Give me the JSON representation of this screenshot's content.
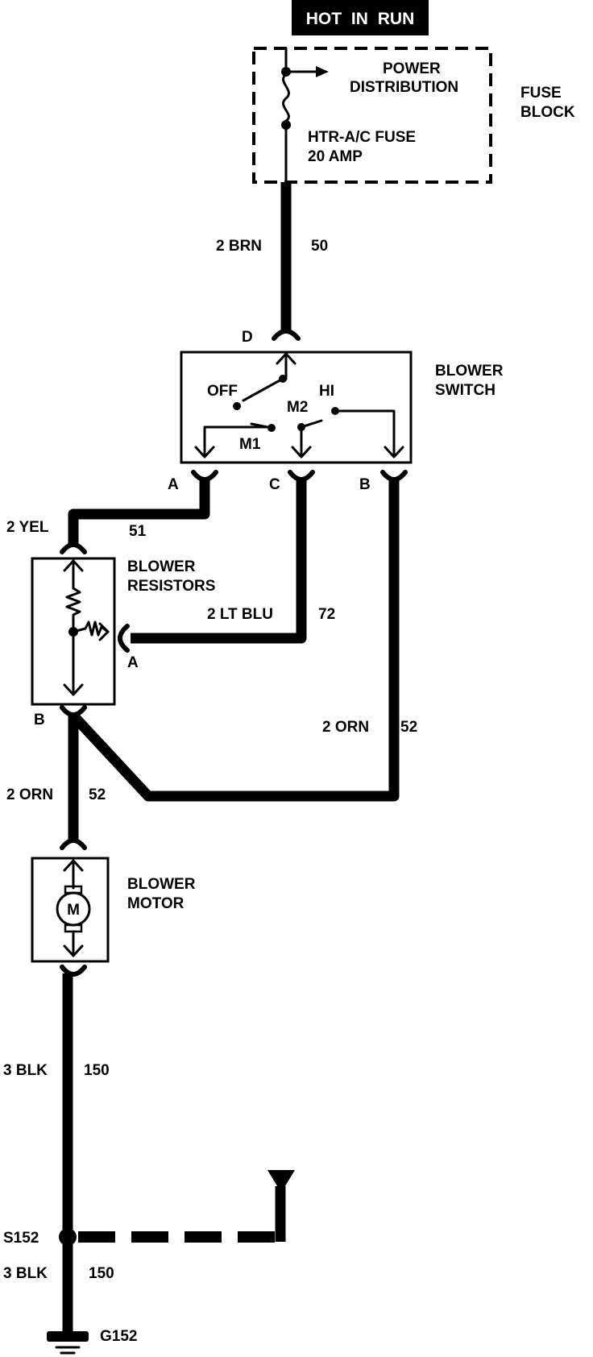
{
  "header": {
    "hot_in_run": "HOT IN RUN"
  },
  "fuse_block": {
    "power_distribution_line1": "POWER",
    "power_distribution_line2": "DISTRIBUTION",
    "block_line1": "FUSE",
    "block_line2": "BLOCK",
    "fuse_line1": "HTR-A/C FUSE",
    "fuse_line2": "20 AMP"
  },
  "wires": {
    "brn": {
      "label": "2 BRN",
      "circuit": "50"
    },
    "yel": {
      "label": "2 YEL",
      "circuit": "51"
    },
    "lt_blu": {
      "label": "2 LT BLU",
      "circuit": "72"
    },
    "orn_right": {
      "label": "2 ORN",
      "circuit": "52"
    },
    "orn_left": {
      "label": "2 ORN",
      "circuit": "52"
    },
    "blk_upper": {
      "label": "3 BLK",
      "circuit": "150"
    },
    "blk_lower": {
      "label": "3 BLK",
      "circuit": "150"
    }
  },
  "blower_switch": {
    "name_line1": "BLOWER",
    "name_line2": "SWITCH",
    "terminal_d": "D",
    "terminal_a": "A",
    "terminal_c": "C",
    "terminal_b": "B",
    "pos_off": "OFF",
    "pos_hi": "HI",
    "pos_m1": "M1",
    "pos_m2": "M2"
  },
  "blower_resistors": {
    "name_line1": "BLOWER",
    "name_line2": "RESISTORS",
    "terminal_a": "A",
    "terminal_b": "B"
  },
  "blower_motor": {
    "name_line1": "BLOWER",
    "name_line2": "MOTOR",
    "symbol": "M"
  },
  "splice": {
    "label": "S152"
  },
  "ground": {
    "label": "G152"
  }
}
